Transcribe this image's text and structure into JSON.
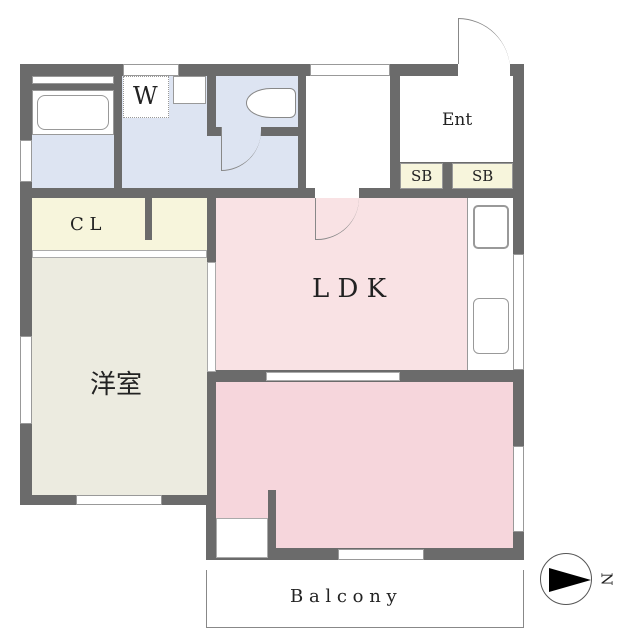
{
  "rooms": {
    "washroom": "W",
    "entrance": "Ent",
    "shoe_box_1": "SB",
    "shoe_box_2": "SB",
    "closet": "C L",
    "western_room": "洋室",
    "ldk": "L D K",
    "balcony": "B a l c o n y"
  },
  "compass": {
    "label": "N"
  },
  "colors": {
    "wall": "#6b6b6b",
    "wet_area": "#dde4f2",
    "storage": "#f7f5dc",
    "western_room": "#ecebe0",
    "ldk": "#f9e2e4",
    "bedroom": "#f6d6dc"
  }
}
